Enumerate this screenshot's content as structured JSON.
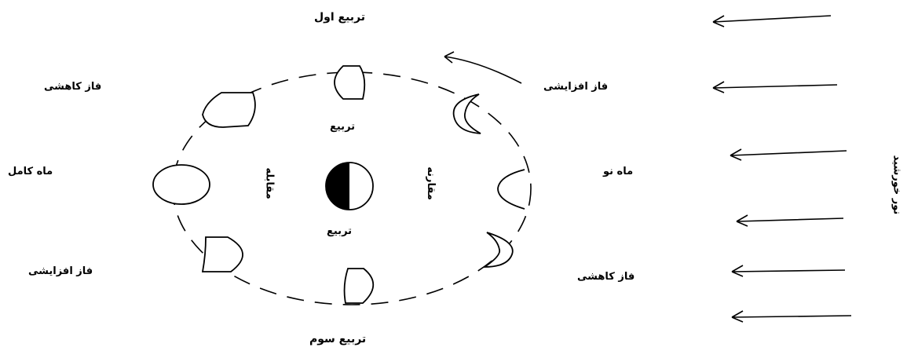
{
  "labels": {
    "first_quarter": "تربیع اول",
    "third_quarter": "تربیع سوم",
    "waning_top_left": "فاز کاهشی",
    "waxing_top_right": "فاز افزایشی",
    "full_moon": "ماه کامل",
    "new_moon": "ماه نو",
    "waxing_bottom_left": "فاز افزایشی",
    "waning_bottom_right": "فاز کاهشی",
    "quadrature_top": "تربیع",
    "quadrature_bottom": "تربیع",
    "opposition": "مقابله",
    "conjunction": "مقارنه",
    "sunlight": "نور خورشید"
  },
  "colors": {
    "ink": "#000000",
    "paper": "#ffffff"
  }
}
